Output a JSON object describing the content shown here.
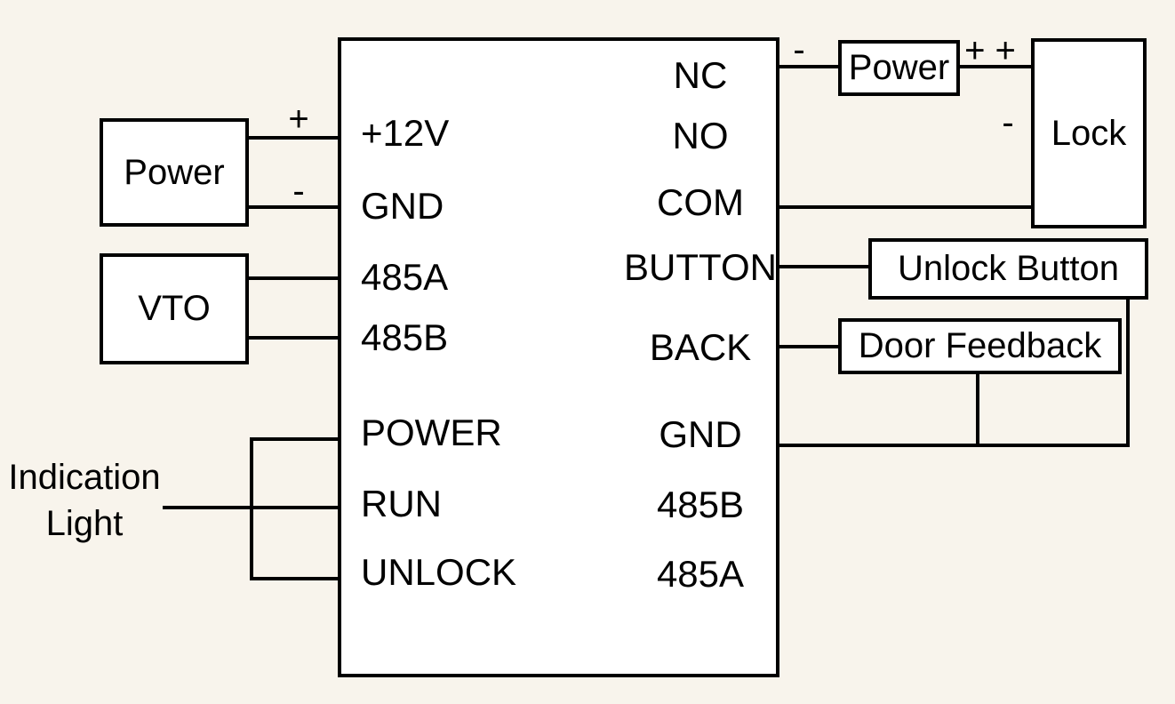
{
  "colors": {
    "background": "#f8f4ec",
    "line": "#000000",
    "box_fill": "#ffffff"
  },
  "controller": {
    "left_terminals": [
      "+12V",
      "GND",
      "485A",
      "485B",
      "POWER",
      "RUN",
      "UNLOCK"
    ],
    "right_terminals": [
      "NC",
      "NO",
      "COM",
      "BUTTON",
      "BACK",
      "GND",
      "485B",
      "485A"
    ]
  },
  "devices": {
    "power_left": "Power",
    "vto": "VTO",
    "indication_light_line1": "Indication",
    "indication_light_line2": "Light",
    "power_right": "Power",
    "lock": "Lock",
    "unlock_button": "Unlock Button",
    "door_feedback": "Door Feedback"
  },
  "polarity": {
    "power_left_positive": "+",
    "power_left_negative": "-",
    "nc_negative": "-",
    "power_right_positive": "+ +",
    "lock_negative": "-"
  }
}
